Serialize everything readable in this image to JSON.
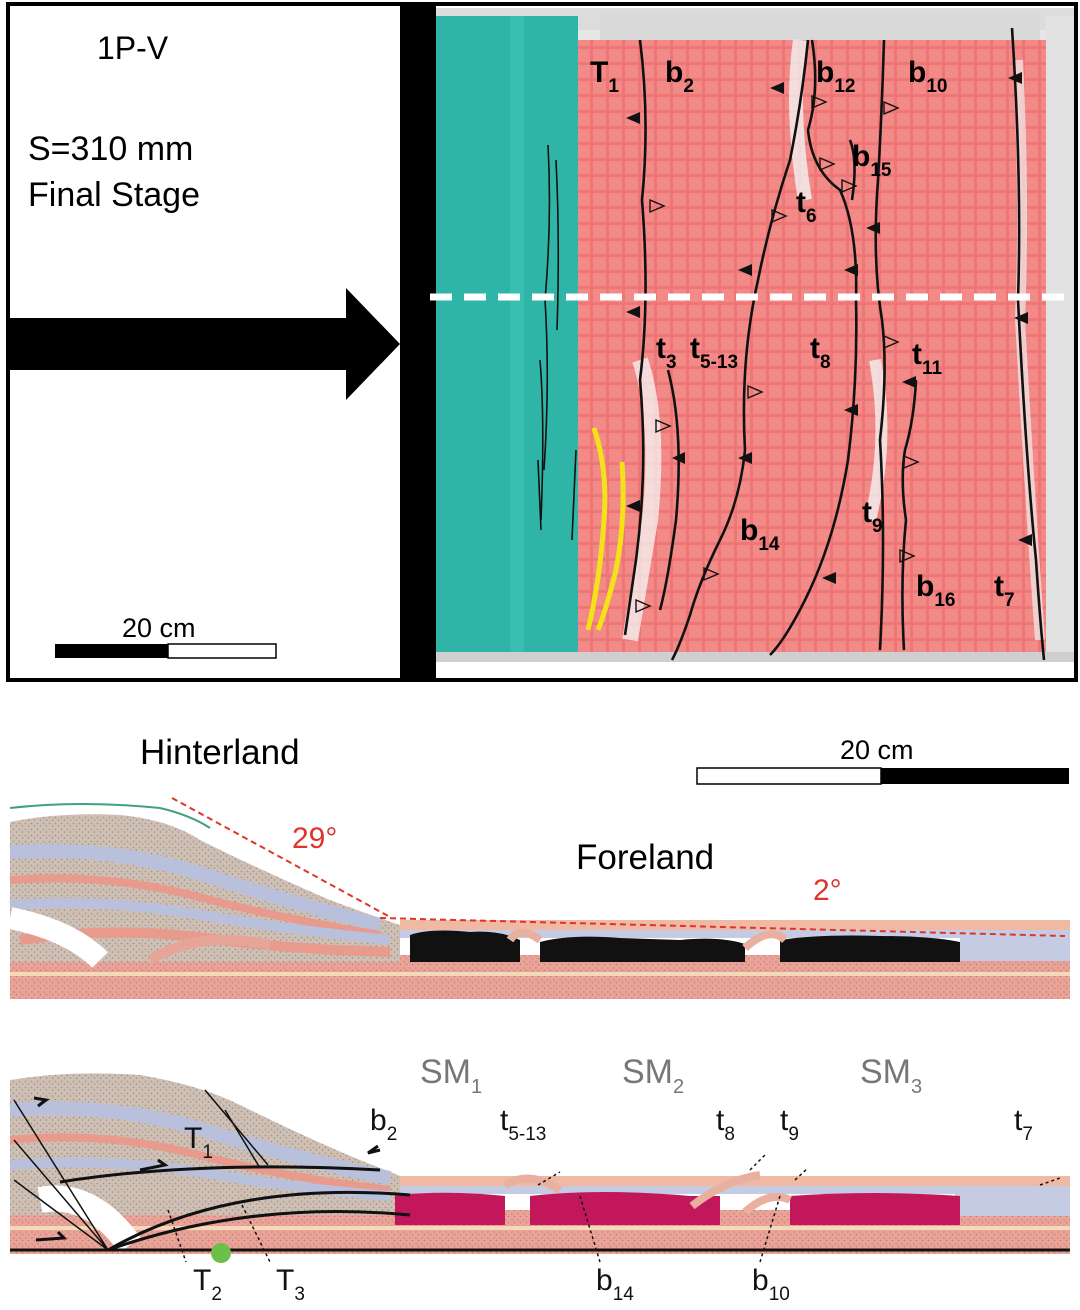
{
  "top_panel": {
    "model_id": "1P-V",
    "shortening": "S=310 mm",
    "stage": "Final Stage",
    "scale_label": "20 cm",
    "fault_labels": [
      {
        "name": "T",
        "sub": "1"
      },
      {
        "name": "b",
        "sub": "2"
      },
      {
        "name": "b",
        "sub": "12"
      },
      {
        "name": "b",
        "sub": "10"
      },
      {
        "name": "b",
        "sub": "15"
      },
      {
        "name": "t",
        "sub": "6"
      },
      {
        "name": "t",
        "sub": "3"
      },
      {
        "name": "t",
        "sub": "5-13"
      },
      {
        "name": "t",
        "sub": "8"
      },
      {
        "name": "t",
        "sub": "11"
      },
      {
        "name": "t",
        "sub": "9"
      },
      {
        "name": "b",
        "sub": "14"
      },
      {
        "name": "b",
        "sub": "16"
      },
      {
        "name": "t",
        "sub": "7"
      }
    ]
  },
  "cross_section": {
    "scale_label": "20 cm",
    "hinterland": "Hinterland",
    "foreland": "Foreland",
    "angle_hinterland": "29°",
    "angle_foreland": "2°"
  },
  "interpretation": {
    "salt_minibasins": [
      {
        "name": "SM",
        "sub": "1"
      },
      {
        "name": "SM",
        "sub": "2"
      },
      {
        "name": "SM",
        "sub": "3"
      }
    ],
    "fault_labels": [
      {
        "name": "T",
        "sub": "1"
      },
      {
        "name": "b",
        "sub": "2"
      },
      {
        "name": "t",
        "sub": "5-13"
      },
      {
        "name": "t",
        "sub": "8"
      },
      {
        "name": "t",
        "sub": "9"
      },
      {
        "name": "t",
        "sub": "7"
      },
      {
        "name": "T",
        "sub": "2"
      },
      {
        "name": "T",
        "sub": "3"
      },
      {
        "name": "b",
        "sub": "14"
      },
      {
        "name": "b",
        "sub": "10"
      }
    ]
  },
  "colors": {
    "salt_top": "#2fb5a8",
    "model_red": "#ec6f6f",
    "salt_section": "#c2185b",
    "accent_red": "#e0342b",
    "yellow_faults": "#f5e11a",
    "green_marker": "#6cc04a"
  }
}
